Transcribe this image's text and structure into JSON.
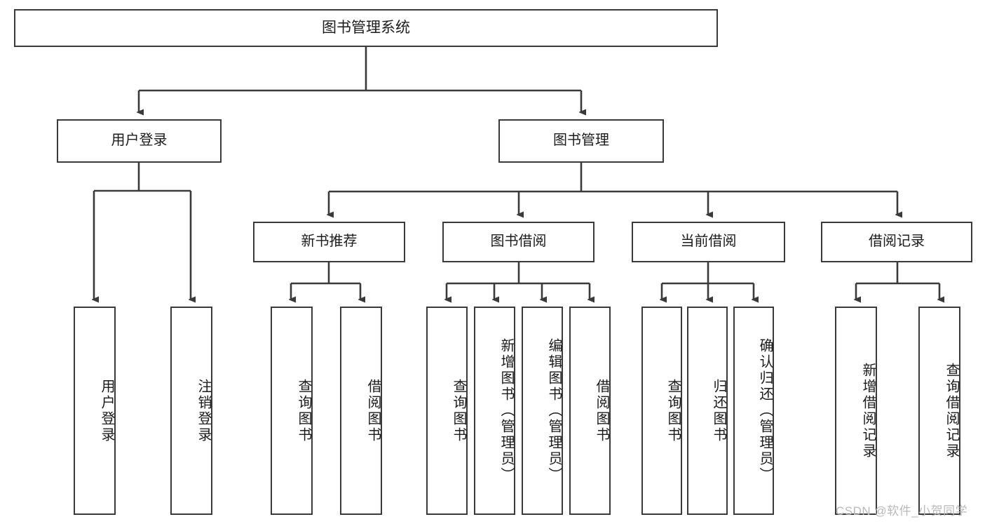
{
  "diagram": {
    "title": "图书管理系统",
    "root": {
      "label": "图书管理系统"
    },
    "level2": [
      {
        "label": "用户登录"
      },
      {
        "label": "图书管理"
      }
    ],
    "level3": [
      {
        "label": "新书推荐"
      },
      {
        "label": "图书借阅"
      },
      {
        "label": "当前借阅"
      },
      {
        "label": "借阅记录"
      }
    ],
    "leaves": {
      "user_login": [
        {
          "label": "用户登录"
        },
        {
          "label": "注销登录"
        }
      ],
      "new_book_recommend": [
        {
          "label": "查询图书"
        },
        {
          "label": "借阅图书"
        }
      ],
      "book_borrow": [
        {
          "label": "查询图书"
        },
        {
          "label": "新增图书（管理员）"
        },
        {
          "label": "编辑图书（管理员）"
        },
        {
          "label": "借阅图书"
        }
      ],
      "current_borrow": [
        {
          "label": "查询图书"
        },
        {
          "label": "归还图书"
        },
        {
          "label": "确认归还（管理员）"
        }
      ],
      "borrow_record": [
        {
          "label": "新增借阅记录"
        },
        {
          "label": "查询借阅记录"
        }
      ]
    }
  },
  "watermark": {
    "text": "CSDN @软件_小贺同学"
  },
  "colors": {
    "border": "#3a3a3a",
    "text": "#1b1b1b",
    "background": "#ffffff",
    "watermark": "#b9b9b9"
  }
}
